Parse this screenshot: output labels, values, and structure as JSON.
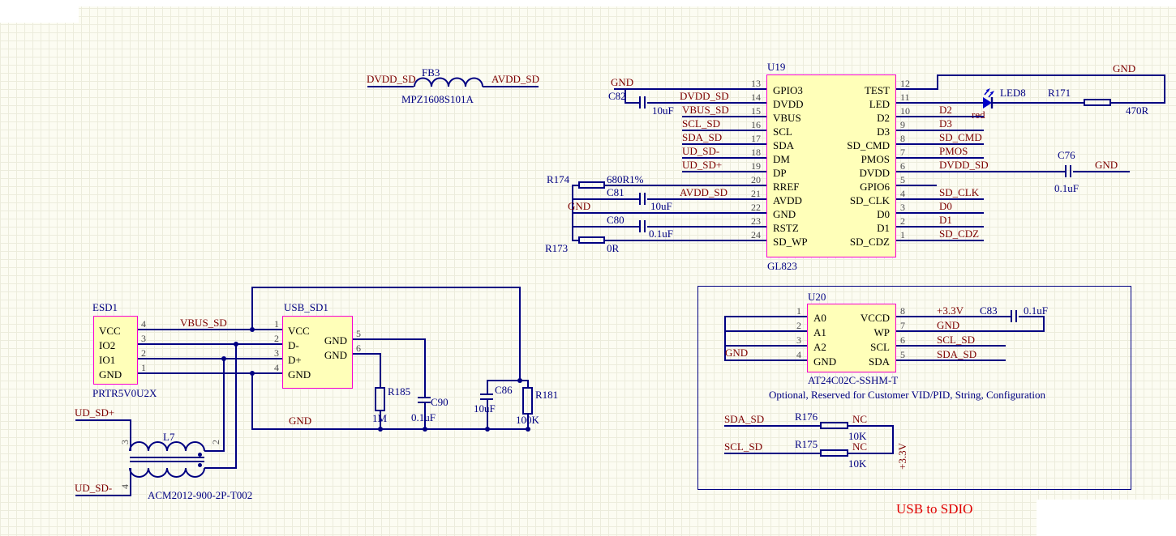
{
  "sheet_note": {
    "text": "USB to SDIO"
  },
  "ferrite": {
    "designator": "FB3",
    "comment": "MPZ1608S101A",
    "net_left": "DVDD_SD",
    "net_right": "AVDD_SD"
  },
  "u19": {
    "designator": "U19",
    "comment": "GL823",
    "pins_left": [
      {
        "num": "13",
        "name": "GPIO3"
      },
      {
        "num": "14",
        "name": "DVDD"
      },
      {
        "num": "15",
        "name": "VBUS"
      },
      {
        "num": "16",
        "name": "SCL"
      },
      {
        "num": "17",
        "name": "SDA"
      },
      {
        "num": "18",
        "name": "DM"
      },
      {
        "num": "19",
        "name": "DP"
      },
      {
        "num": "20",
        "name": "RREF"
      },
      {
        "num": "21",
        "name": "AVDD"
      },
      {
        "num": "22",
        "name": "GND"
      },
      {
        "num": "23",
        "name": "RSTZ"
      },
      {
        "num": "24",
        "name": "SD_WP"
      }
    ],
    "pins_right": [
      {
        "num": "12",
        "name": "TEST"
      },
      {
        "num": "11",
        "name": "LED"
      },
      {
        "num": "10",
        "name": "D2"
      },
      {
        "num": "9",
        "name": "D3"
      },
      {
        "num": "8",
        "name": "SD_CMD"
      },
      {
        "num": "7",
        "name": "PMOS"
      },
      {
        "num": "6",
        "name": "DVDD"
      },
      {
        "num": "5",
        "name": "GPIO6"
      },
      {
        "num": "4",
        "name": "SD_CLK"
      },
      {
        "num": "3",
        "name": "D0"
      },
      {
        "num": "2",
        "name": "D1"
      },
      {
        "num": "1",
        "name": "SD_CDZ"
      }
    ],
    "nets": {
      "gnd13": "GND",
      "dvdd": "DVDD_SD",
      "vbus": "VBUS_SD",
      "scl": "SCL_SD",
      "sda": "SDA_SD",
      "udm": "UD_SD-",
      "udp": "UD_SD+",
      "avdd": "AVDD_SD",
      "gnd22": "GND",
      "gnd_test": "GND",
      "d2": "D2",
      "d3": "D3",
      "sdcmd": "SD_CMD",
      "pmos": "PMOS",
      "dvdd6": "DVDD_SD",
      "sdclk": "SD_CLK",
      "d0": "D0",
      "d1": "D1",
      "sdcdz": "SD_CDZ",
      "gnd_c76": "GND"
    },
    "c82": {
      "ref": "C82",
      "val": "10uF"
    },
    "r174": {
      "ref": "R174",
      "val": "680R1%"
    },
    "c81": {
      "ref": "C81",
      "val": "10uF"
    },
    "c80": {
      "ref": "C80",
      "val": "0.1uF"
    },
    "r173": {
      "ref": "R173",
      "val": "0R"
    },
    "led8": {
      "ref": "LED8",
      "val": "red"
    },
    "r171": {
      "ref": "R171",
      "val": "470R"
    },
    "c76": {
      "ref": "C76",
      "val": "0.1uF"
    }
  },
  "esd": {
    "designator": "ESD1",
    "comment": "PRTR5V0U2X",
    "pins": [
      {
        "num": "4",
        "name": "VCC"
      },
      {
        "num": "3",
        "name": "IO2"
      },
      {
        "num": "2",
        "name": "IO1"
      },
      {
        "num": "1",
        "name": "GND"
      }
    ],
    "net_vbus": "VBUS_SD"
  },
  "usb": {
    "designator": "USB_SD1",
    "pins_left": [
      {
        "num": "1",
        "name": "VCC"
      },
      {
        "num": "2",
        "name": "D-"
      },
      {
        "num": "3",
        "name": "D+"
      },
      {
        "num": "4",
        "name": "GND"
      }
    ],
    "pins_right": [
      {
        "num": "5",
        "name": "GND"
      },
      {
        "num": "6",
        "name": "GND"
      }
    ],
    "r185": {
      "ref": "R185",
      "val": "1M"
    },
    "c90": {
      "ref": "C90",
      "val": "0.1uF"
    },
    "c86": {
      "ref": "C86",
      "val": "10uF"
    },
    "r181": {
      "ref": "R181",
      "val": "100K"
    },
    "gnd": "GND"
  },
  "choke": {
    "designator": "L7",
    "comment": "ACM2012-900-2P-T002",
    "net_top": "UD_SD+",
    "net_bot": "UD_SD-",
    "pin_tl": "3",
    "pin_tr": "2",
    "pin_bl": "4"
  },
  "u20": {
    "designator": "U20",
    "comment": "AT24C02C-SSHM-T",
    "note": "Optional, Reserved for  Customer VID/PID, String, Configuration",
    "pins_left": [
      {
        "num": "1",
        "name": "A0"
      },
      {
        "num": "2",
        "name": "A1"
      },
      {
        "num": "3",
        "name": "A2"
      },
      {
        "num": "4",
        "name": "GND"
      }
    ],
    "pins_right": [
      {
        "num": "8",
        "name": "VCCD"
      },
      {
        "num": "7",
        "name": "WP"
      },
      {
        "num": "6",
        "name": "SCL"
      },
      {
        "num": "5",
        "name": "SDA"
      }
    ],
    "nets": {
      "gnd_left": "GND",
      "p33": "+3.3V",
      "gnd_c83": "GND",
      "scl": "SCL_SD",
      "sda": "SDA_SD"
    },
    "c83": {
      "ref": "C83",
      "val": "0.1uF"
    },
    "pu_sda": {
      "net": "SDA_SD",
      "ref": "R176",
      "nc": "NC",
      "val": "10K"
    },
    "pu_scl": {
      "net": "SCL_SD",
      "ref": "R175",
      "nc": "NC",
      "val": "10K"
    },
    "rail": "+3.3V"
  }
}
